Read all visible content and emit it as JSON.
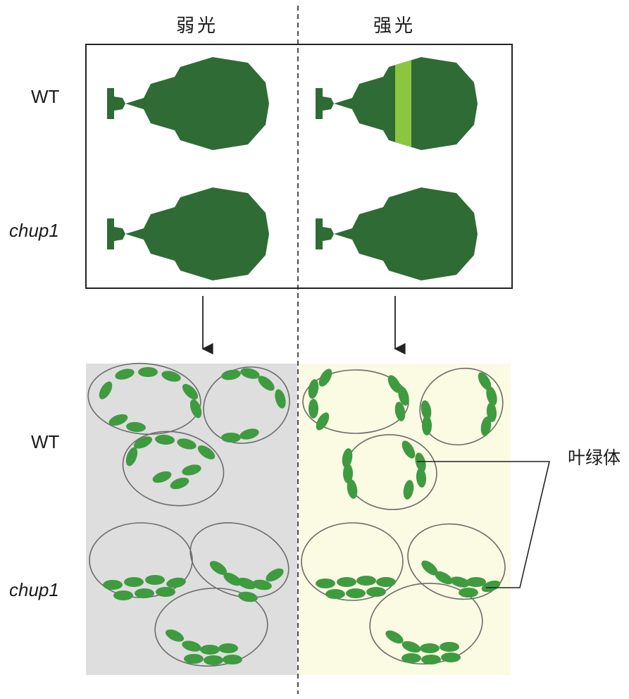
{
  "columns": {
    "weak_light": "弱光",
    "strong_light": "强光"
  },
  "rows": {
    "wild_type": "WT",
    "mutant": "chup1"
  },
  "callout": "叶绿体",
  "colors": {
    "leaf": "#2f6b35",
    "leaf_band": "#8cc63f",
    "chloroplast": "#3f9b3f",
    "cell_outline": "#6b6b6b",
    "weak_bg": "#dedede",
    "strong_bg": "#fbfbe4"
  }
}
